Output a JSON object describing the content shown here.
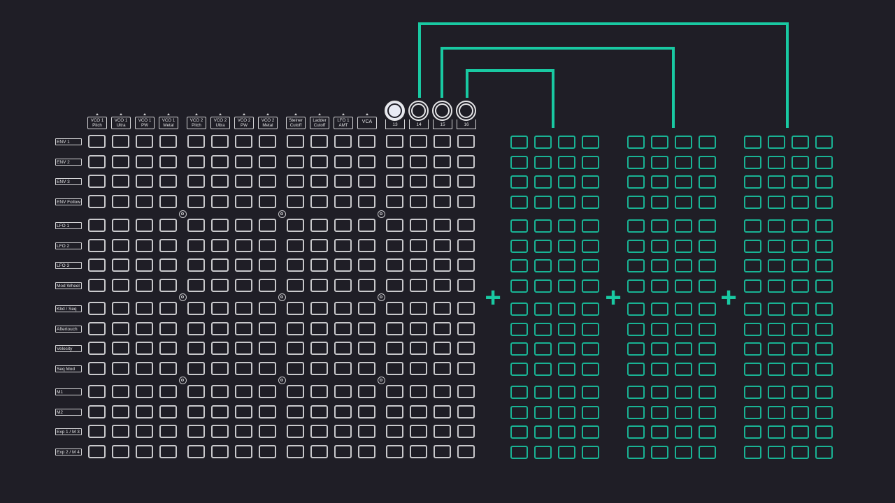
{
  "colors": {
    "background": "#1f1e26",
    "pad_outline": "#c9c9cc",
    "accent_teal": "#19b394",
    "knob_active": "#e8eaf4"
  },
  "row_labels": [
    "ENV 1",
    "ENV 2",
    "ENV 3",
    "ENV Follow",
    "LFO 1",
    "LFO 2",
    "LFO 3",
    "Mod Wheel",
    "Kbd / Seq",
    "Aftertouch",
    "Velocity",
    "Seq Mod",
    "M1",
    "M2",
    "Exp 1 / M 3",
    "Exp 2 / M 4"
  ],
  "column_labels": [
    "VCO 1\nPitch",
    "VCO 1\nUltra",
    "VCO 1\nPW",
    "VCO 1\nMetal",
    "VCO 2\nPitch",
    "VCO 2\nUltra",
    "VCO 2\nPW",
    "VCO 2\nMetal",
    "Steiner\nCutoff",
    "Ladder\nCutoff",
    "LFO 1\nAMT",
    "VCA"
  ],
  "assignable_columns": [
    {
      "number": "13",
      "active": true
    },
    {
      "number": "14",
      "active": false
    },
    {
      "number": "15",
      "active": false
    },
    {
      "number": "16",
      "active": false
    }
  ],
  "extra_banks": [
    {
      "bank": "13",
      "icon": "plus-icon",
      "plus_glyph": "+"
    },
    {
      "bank": "14",
      "icon": "plus-icon",
      "plus_glyph": "+"
    },
    {
      "bank": "15",
      "icon": "plus-icon",
      "plus_glyph": "+"
    }
  ]
}
